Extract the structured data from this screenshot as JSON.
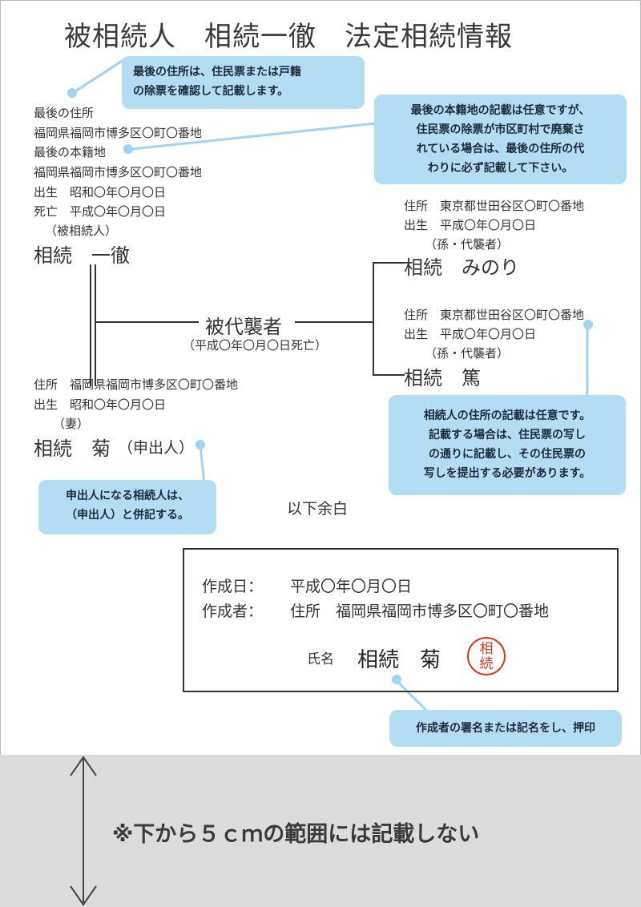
{
  "title": "被相続人　相続一徹　法定相続情報",
  "deceased": {
    "last_address_label": "最後の住所",
    "last_address": "福岡県福岡市博多区〇町〇番地",
    "last_domicile_label": "最後の本籍地",
    "last_domicile": "福岡県福岡市博多区〇町〇番地",
    "birth": "出生　昭和〇年〇月〇日",
    "death": "死亡　平成〇年〇月〇日",
    "role": "（被相続人）",
    "name": "相続　一徹"
  },
  "predeceased": {
    "name": "被代襲者",
    "date": "（平成〇年〇月〇日死亡）"
  },
  "spouse": {
    "address": "住所　福岡県福岡市博多区〇町〇番地",
    "birth": "出生　昭和〇年〇月〇日",
    "role": "（妻）",
    "name": "相続　菊",
    "suffix": "（申出人）"
  },
  "heir1": {
    "address": "住所　東京都世田谷区〇町〇番地",
    "birth": "出生　平成〇年〇月〇日",
    "role": "（孫・代襲者）",
    "name": "相続　みのり"
  },
  "heir2": {
    "address": "住所　東京都世田谷区〇町〇番地",
    "birth": "出生　平成〇年〇月〇日",
    "role": "（孫・代襲者）",
    "name": "相続　篤"
  },
  "end_mark": "以下余白",
  "notes": {
    "n1": [
      "最後の住所は、住民票または戸籍",
      "の除票を確認して記載します。"
    ],
    "n2": [
      "最後の本籍地の記載は任意ですが、",
      "住民票の除票が市区町村で廃棄さ",
      "れている場合は、最後の住所の代",
      "わりに必ず記載して下さい。"
    ],
    "n3": [
      "相続人の住所の記載は任意です。",
      "記載する場合は、住民票の写し",
      "の通りに記載し、その住民票の",
      "写しを提出する必要があります。"
    ],
    "n4": [
      "申出人になる相続人は、",
      "（申出人）と併記する。"
    ],
    "n5": [
      "作成者の署名または記名をし、押印"
    ]
  },
  "creation": {
    "date_label": "作成日：",
    "date_value": "平成〇年〇月〇日",
    "author_label": "作成者：",
    "author_value": "住所　福岡県福岡市博多区〇町〇番地",
    "name_label": "氏名",
    "signature": "相続　菊",
    "seal_text": "相続"
  },
  "bottom_note": "※下から５ｃｍの範囲には記載しない",
  "colors": {
    "note_bg": "#b3dcf5",
    "seal": "#d23b1c",
    "margin_area": "#dcdcdc"
  }
}
